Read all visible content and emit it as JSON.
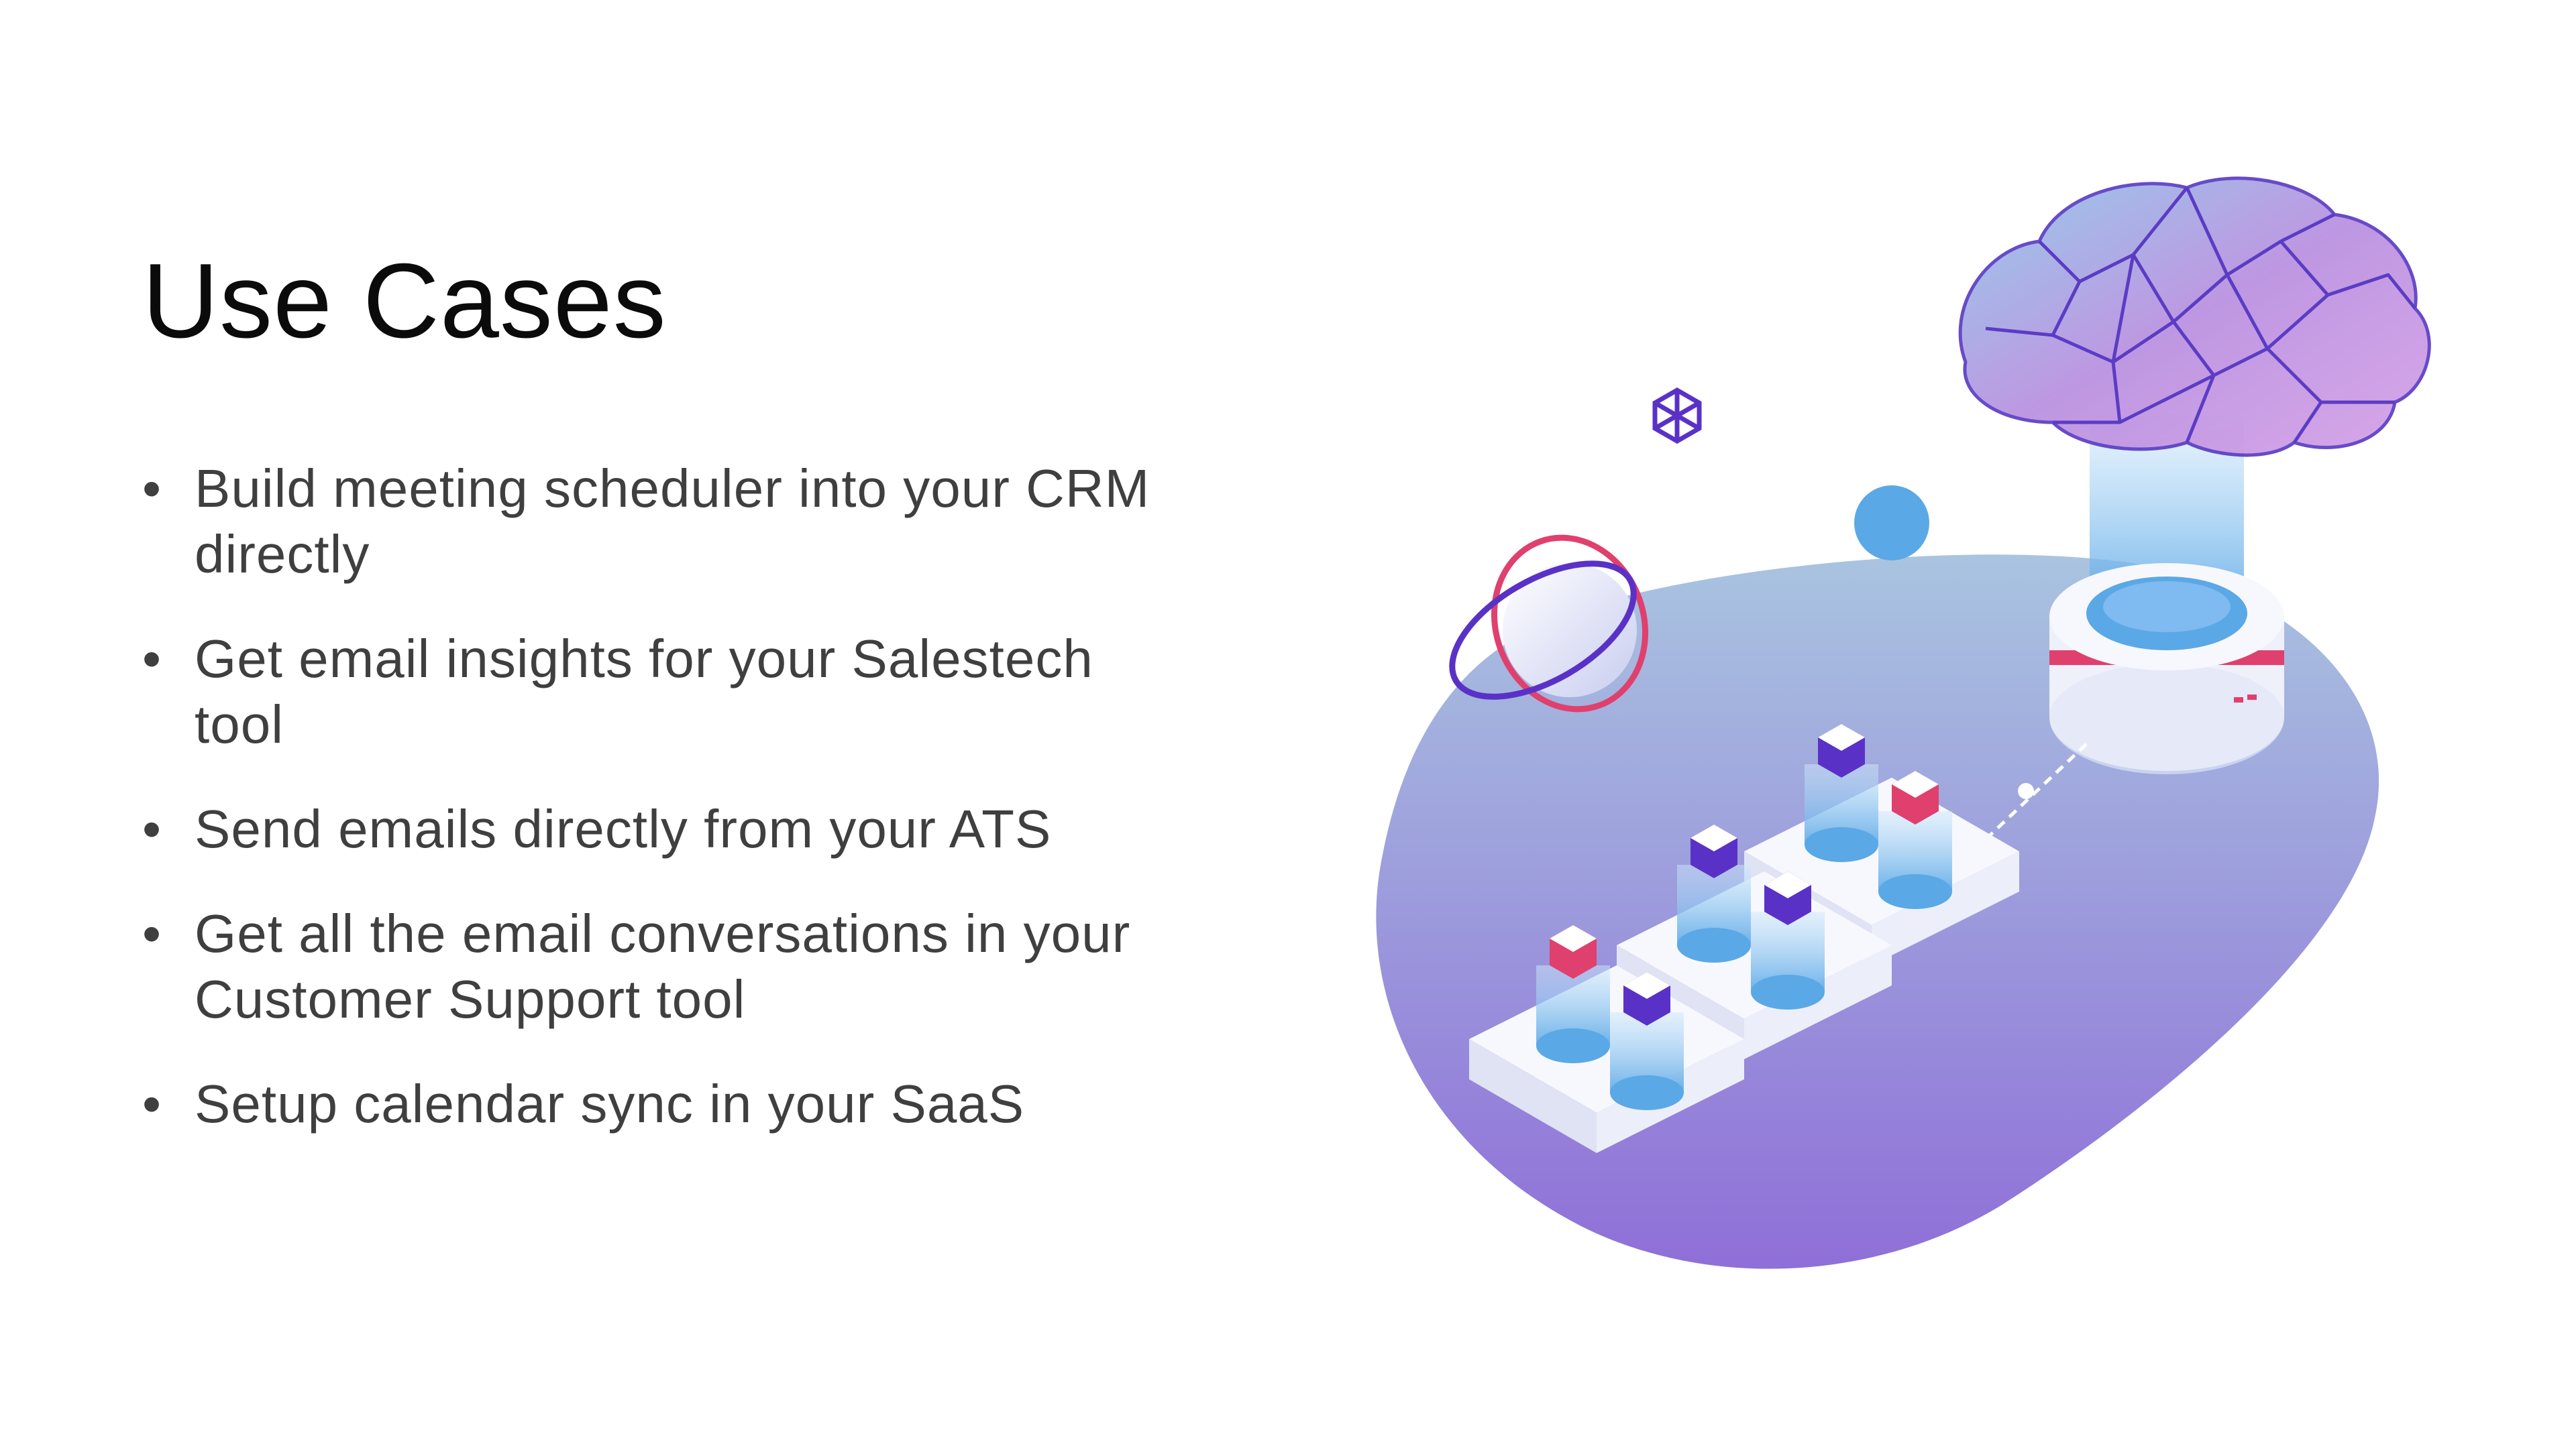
{
  "slide": {
    "title": "Use Cases",
    "bullets": [
      "Build meeting scheduler into your CRM directly",
      "Get email insights for your Salestech tool",
      "Send emails directly from your ATS",
      "Get all the email conversations in your Customer Support tool",
      "Setup calendar sync in your SaaS"
    ]
  },
  "illustration": {
    "description_icons": [
      "brain-icon",
      "server-icon",
      "cube-icon",
      "planet-icon",
      "hexagon-icon"
    ],
    "colors": {
      "blob_top": "#a9c4e0",
      "blob_bottom": "#8f6fd8",
      "brain_fill_a": "#b98fe0",
      "brain_fill_b": "#8fc7e8",
      "brain_stroke": "#5b3cc4",
      "accent_pink": "#e0406e",
      "accent_purple": "#5a31c7",
      "beam_blue": "#5ba8e6",
      "platform": "#f4f5fb"
    }
  }
}
